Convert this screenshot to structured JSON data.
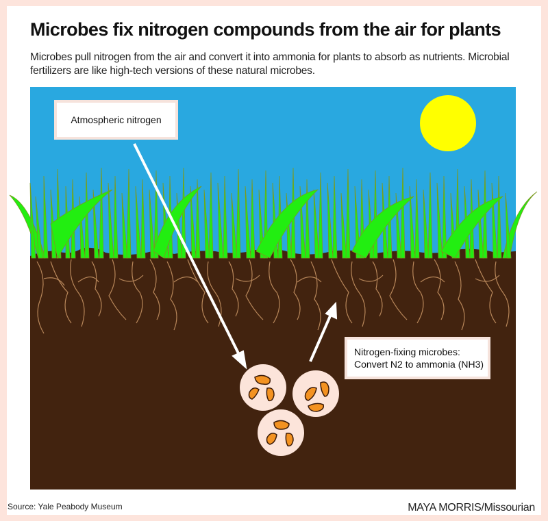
{
  "title": "Microbes fix nitrogen compounds from the air for plants",
  "subtitle": "Microbes pull nitrogen from the air and convert it into ammonia for plants to absorb as nutrients. Microbial fertilizers are like high-tech versions of these natural microbes.",
  "diagram": {
    "labels": {
      "atmospheric": "Atmospheric nitrogen",
      "microbes_line1": "Nitrogen-fixing microbes:",
      "microbes_line2": "Convert N2 to ammonia (NH3)"
    },
    "colors": {
      "sky": "#29a8e0",
      "sun": "#ffff00",
      "grass": "#22ee11",
      "grass_stroke": "#7a9a20",
      "soil": "#42230f",
      "roots": "#b8875a",
      "microbe_circle": "#fce4da",
      "microbe": "#f39221",
      "arrow": "#ffffff",
      "frame": "#fde4dc"
    },
    "elements": [
      "sky",
      "sun",
      "grass",
      "soil",
      "roots",
      "arrow-down-to-microbes",
      "arrow-up-to-roots",
      "microbe-cluster-x3"
    ]
  },
  "footer": {
    "source": "Source: Yale Peabody Museum",
    "credit_name": "MAYA MORRIS",
    "credit_org": "/Missourian"
  }
}
